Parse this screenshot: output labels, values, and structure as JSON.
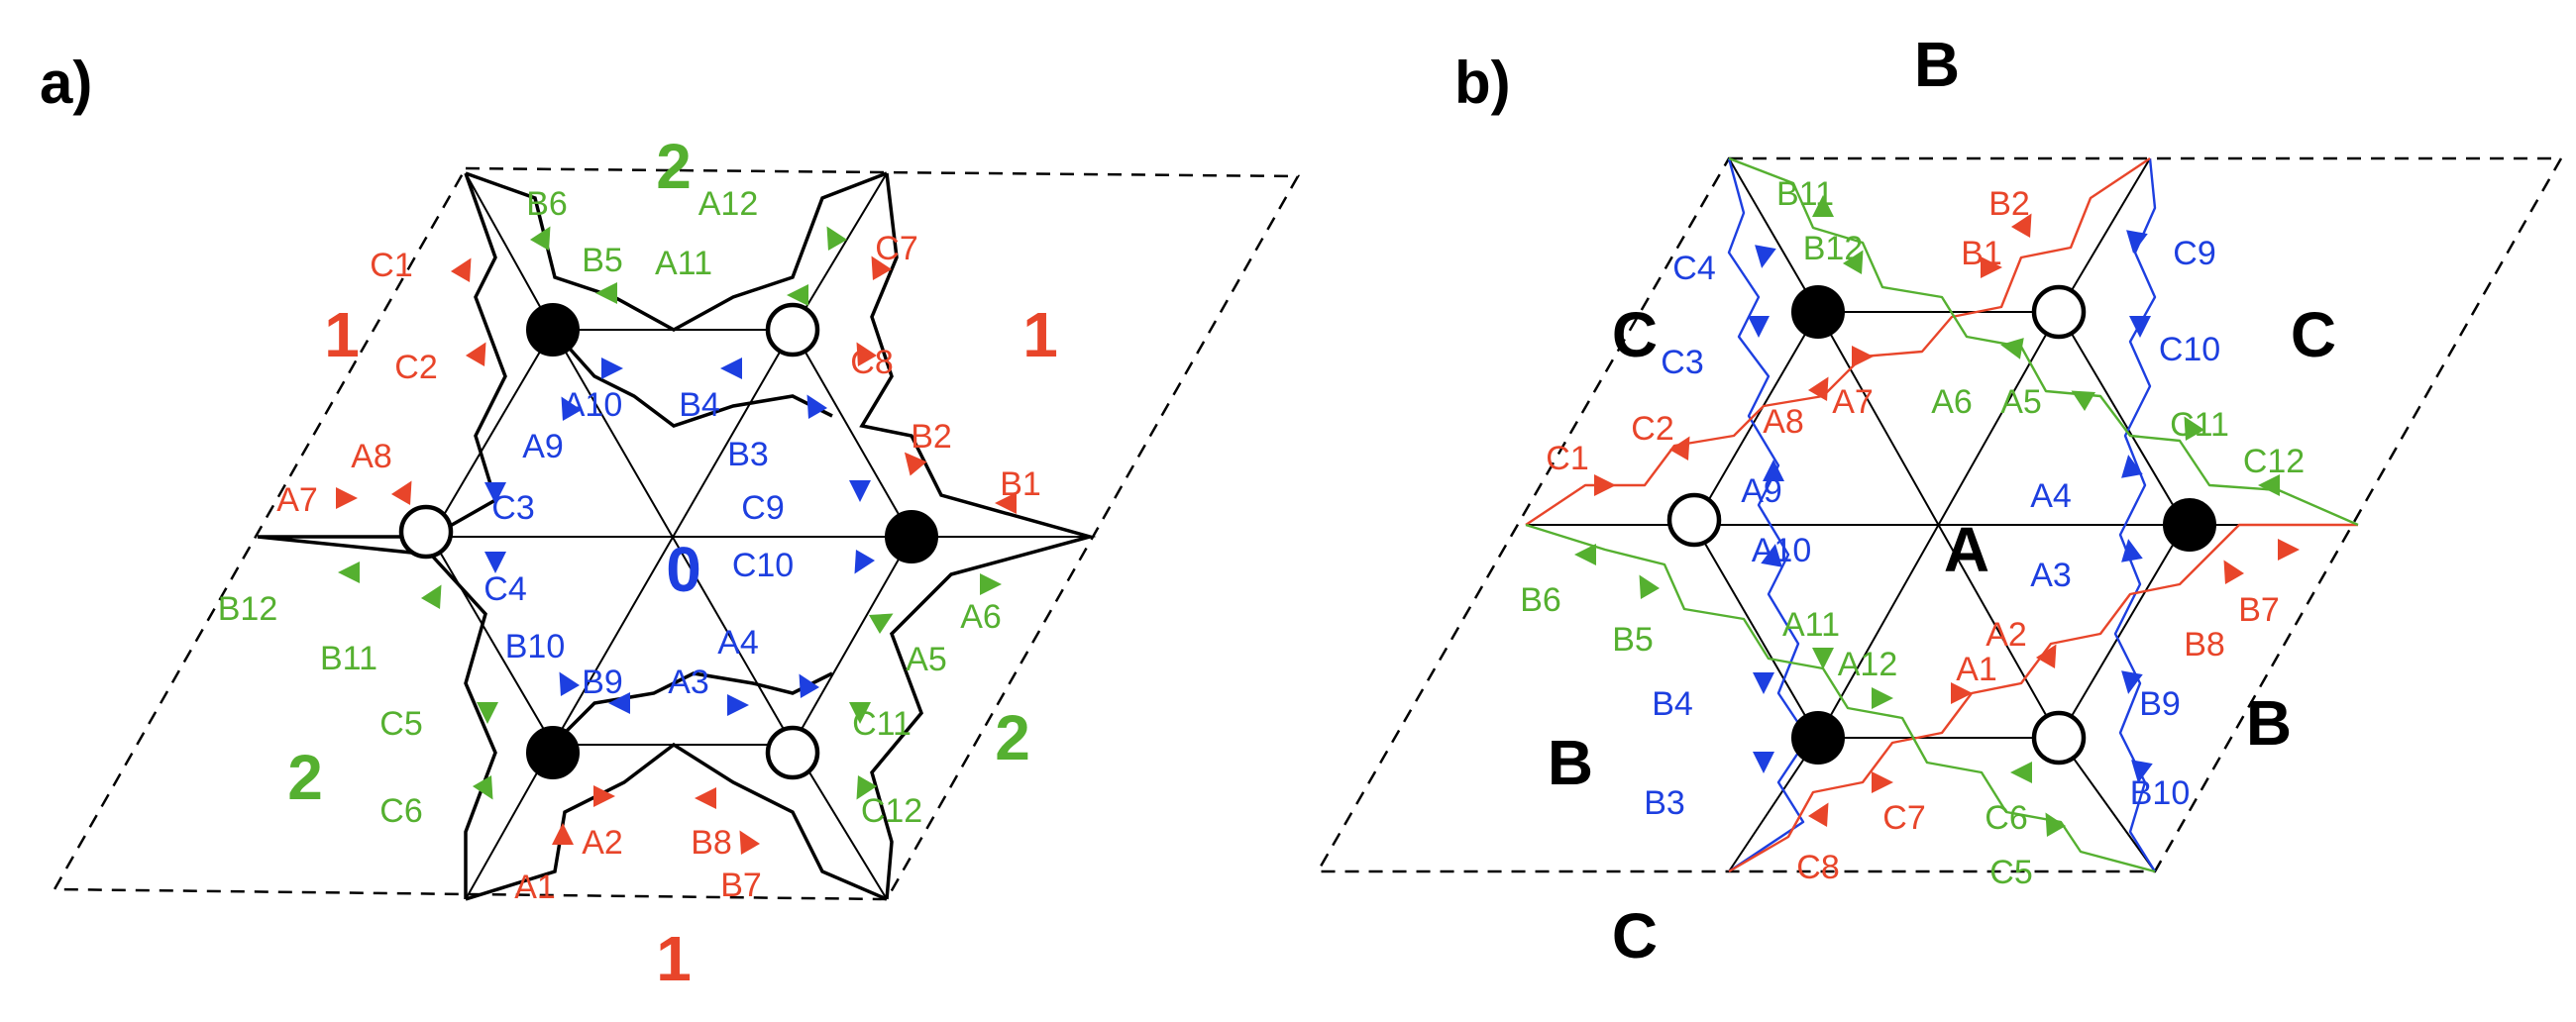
{
  "colors": {
    "red": "#e8452a",
    "green": "#55b030",
    "blue": "#1d3fe0",
    "black": "#000000"
  },
  "panel_a": {
    "label": "a)",
    "regions": [
      {
        "text": "0",
        "color": "blue"
      },
      {
        "text": "1",
        "color": "red"
      },
      {
        "text": "1",
        "color": "red"
      },
      {
        "text": "1",
        "color": "red"
      },
      {
        "text": "2",
        "color": "green"
      },
      {
        "text": "2",
        "color": "green"
      },
      {
        "text": "2",
        "color": "green"
      }
    ],
    "edge_labels": [
      {
        "text": "C1",
        "color": "red"
      },
      {
        "text": "C2",
        "color": "red"
      },
      {
        "text": "A7",
        "color": "red"
      },
      {
        "text": "A8",
        "color": "red"
      },
      {
        "text": "B12",
        "color": "green"
      },
      {
        "text": "B11",
        "color": "green"
      },
      {
        "text": "C5",
        "color": "green"
      },
      {
        "text": "C6",
        "color": "green"
      },
      {
        "text": "A1",
        "color": "red"
      },
      {
        "text": "A2",
        "color": "red"
      },
      {
        "text": "B8",
        "color": "red"
      },
      {
        "text": "B7",
        "color": "red"
      },
      {
        "text": "C11",
        "color": "green"
      },
      {
        "text": "C12",
        "color": "green"
      },
      {
        "text": "A5",
        "color": "green"
      },
      {
        "text": "A6",
        "color": "green"
      },
      {
        "text": "B2",
        "color": "red"
      },
      {
        "text": "B1",
        "color": "red"
      },
      {
        "text": "C7",
        "color": "red"
      },
      {
        "text": "C8",
        "color": "red"
      },
      {
        "text": "A12",
        "color": "green"
      },
      {
        "text": "A11",
        "color": "green"
      },
      {
        "text": "B6",
        "color": "green"
      },
      {
        "text": "B5",
        "color": "green"
      },
      {
        "text": "A10",
        "color": "blue"
      },
      {
        "text": "B4",
        "color": "blue"
      },
      {
        "text": "A9",
        "color": "blue"
      },
      {
        "text": "B3",
        "color": "blue"
      },
      {
        "text": "C3",
        "color": "blue"
      },
      {
        "text": "C9",
        "color": "blue"
      },
      {
        "text": "C4",
        "color": "blue"
      },
      {
        "text": "C10",
        "color": "blue"
      },
      {
        "text": "B10",
        "color": "blue"
      },
      {
        "text": "A4",
        "color": "blue"
      },
      {
        "text": "B9",
        "color": "blue"
      },
      {
        "text": "A3",
        "color": "blue"
      }
    ]
  },
  "panel_b": {
    "label": "b)",
    "regions": [
      {
        "text": "A",
        "color": "black"
      },
      {
        "text": "B",
        "color": "black"
      },
      {
        "text": "B",
        "color": "black"
      },
      {
        "text": "B",
        "color": "black"
      },
      {
        "text": "C",
        "color": "black"
      },
      {
        "text": "C",
        "color": "black"
      },
      {
        "text": "C",
        "color": "black"
      }
    ],
    "edge_labels": [
      {
        "text": "B11",
        "color": "green"
      },
      {
        "text": "B12",
        "color": "green"
      },
      {
        "text": "B2",
        "color": "red"
      },
      {
        "text": "B1",
        "color": "red"
      },
      {
        "text": "C4",
        "color": "blue"
      },
      {
        "text": "C3",
        "color": "blue"
      },
      {
        "text": "C9",
        "color": "blue"
      },
      {
        "text": "C10",
        "color": "blue"
      },
      {
        "text": "A8",
        "color": "red"
      },
      {
        "text": "A7",
        "color": "red"
      },
      {
        "text": "A6",
        "color": "green"
      },
      {
        "text": "A5",
        "color": "green"
      },
      {
        "text": "C1",
        "color": "red"
      },
      {
        "text": "C2",
        "color": "red"
      },
      {
        "text": "C11",
        "color": "green"
      },
      {
        "text": "C12",
        "color": "green"
      },
      {
        "text": "A9",
        "color": "blue"
      },
      {
        "text": "A10",
        "color": "blue"
      },
      {
        "text": "A4",
        "color": "blue"
      },
      {
        "text": "A3",
        "color": "blue"
      },
      {
        "text": "B6",
        "color": "green"
      },
      {
        "text": "B5",
        "color": "green"
      },
      {
        "text": "A11",
        "color": "green"
      },
      {
        "text": "A12",
        "color": "green"
      },
      {
        "text": "A1",
        "color": "red"
      },
      {
        "text": "A2",
        "color": "red"
      },
      {
        "text": "B8",
        "color": "red"
      },
      {
        "text": "B7",
        "color": "red"
      },
      {
        "text": "B4",
        "color": "blue"
      },
      {
        "text": "B3",
        "color": "blue"
      },
      {
        "text": "B9",
        "color": "blue"
      },
      {
        "text": "B10",
        "color": "blue"
      },
      {
        "text": "C7",
        "color": "red"
      },
      {
        "text": "C8",
        "color": "red"
      },
      {
        "text": "C6",
        "color": "green"
      },
      {
        "text": "C5",
        "color": "green"
      }
    ]
  }
}
